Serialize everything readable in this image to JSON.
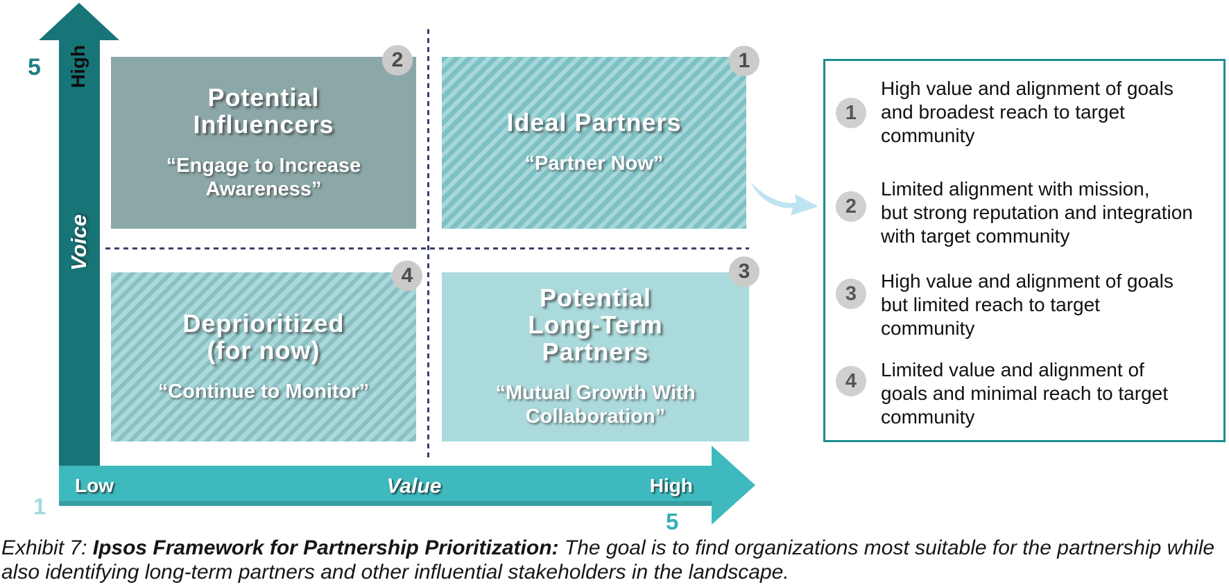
{
  "matrix": {
    "y_axis": {
      "label": "Voice",
      "top_tick": "5",
      "top_label": "High"
    },
    "x_axis": {
      "label": "Value",
      "left_label": "Low",
      "right_label": "High",
      "origin_tick": "1",
      "right_tick": "5"
    },
    "quadrants": {
      "top_left": {
        "badge": "2",
        "title_lines": [
          "Potential",
          "Influencers"
        ],
        "subtitle_lines": [
          "“Engage to Increase",
          "Awareness”"
        ]
      },
      "top_right": {
        "badge": "1",
        "title_lines": [
          "Ideal Partners"
        ],
        "subtitle_lines": [
          "“Partner Now”"
        ]
      },
      "bottom_left": {
        "badge": "4",
        "title_lines": [
          "Deprioritized",
          "(for now)"
        ],
        "subtitle_lines": [
          "“Continue to Monitor”"
        ]
      },
      "bottom_right": {
        "badge": "3",
        "title_lines": [
          "Potential",
          "Long-Term",
          "Partners"
        ],
        "subtitle_lines": [
          "“Mutual Growth With",
          "Collaboration”"
        ]
      }
    }
  },
  "legend": {
    "items": [
      {
        "num": "1",
        "lines": [
          "High value and alignment of goals",
          "and broadest reach to target",
          "community"
        ]
      },
      {
        "num": "2",
        "lines": [
          "Limited alignment with mission,",
          "but strong reputation and integration",
          "with target community"
        ]
      },
      {
        "num": "3",
        "lines": [
          "High value and alignment of goals",
          "but limited reach to target",
          "community"
        ]
      },
      {
        "num": "4",
        "lines": [
          "Limited value and alignment of",
          "goals and minimal reach to target",
          "community"
        ]
      }
    ]
  },
  "caption": {
    "prefix": "Exhibit 7: ",
    "bold": "Ipsos Framework for Partnership Prioritization:",
    "rest": " The goal is to find organizations most suitable for the partnership while also identifying long-term partners and other influential stakeholders in the landscape."
  },
  "colors": {
    "dark_teal_axis": "#177578",
    "medium_teal_axis": "#3EB9BE",
    "quad_gray_teal": "#8CA7A7",
    "quad_stripe_dark": "#7EC1C5",
    "quad_stripe_light": "#A8D8DA",
    "quad_light_teal": "#ABDADC",
    "badge_gray": "#CBCBCA",
    "legend_border": "#1E8C8C",
    "dash_navy": "#39406B",
    "swoosh_blue": "#BEE4F1",
    "tick_teal": "#1E8086",
    "tick_light": "#9FD9DD"
  }
}
